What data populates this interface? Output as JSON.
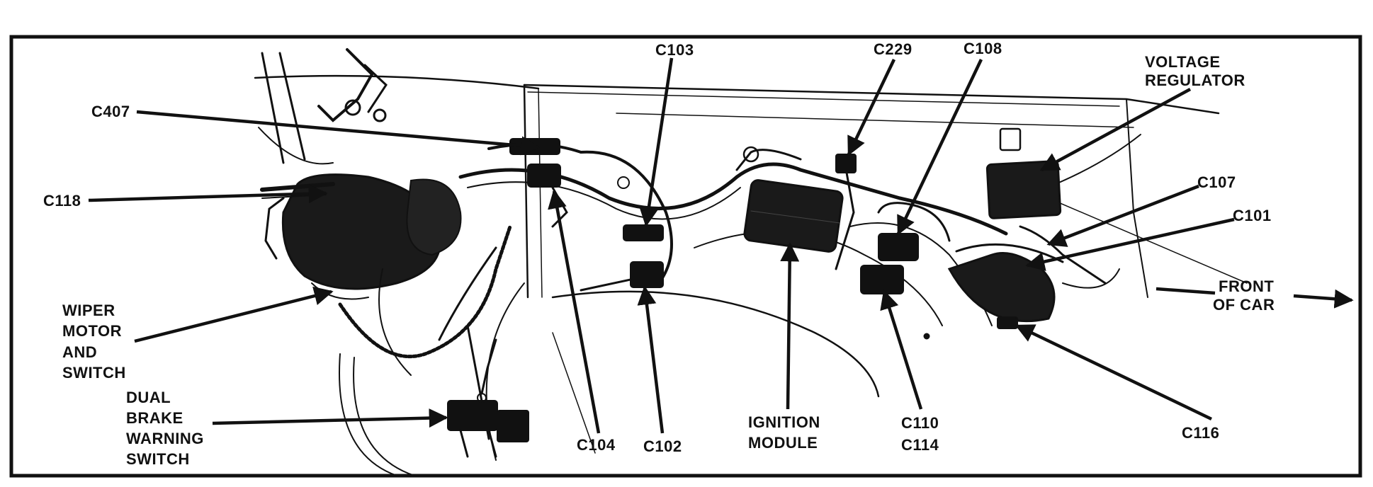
{
  "labels": {
    "c407": "C407",
    "c118": "C118",
    "c103": "C103",
    "c229": "C229",
    "c108": "C108",
    "voltage_regulator": [
      "VOLTAGE",
      "REGULATOR"
    ],
    "c107": "C107",
    "c101": "C101",
    "front_of_car": [
      "FRONT",
      "OF CAR"
    ],
    "wiper_motor_and_switch": [
      "WIPER",
      "MOTOR",
      "AND",
      "SWITCH"
    ],
    "dual_brake_warning_switch": [
      "DUAL",
      "BRAKE",
      "WARNING",
      "SWITCH"
    ],
    "c104": "C104",
    "c102": "C102",
    "ignition_module": [
      "IGNITION",
      "MODULE"
    ],
    "c110_c114": [
      "C110",
      "C114"
    ],
    "c116": "C116"
  }
}
